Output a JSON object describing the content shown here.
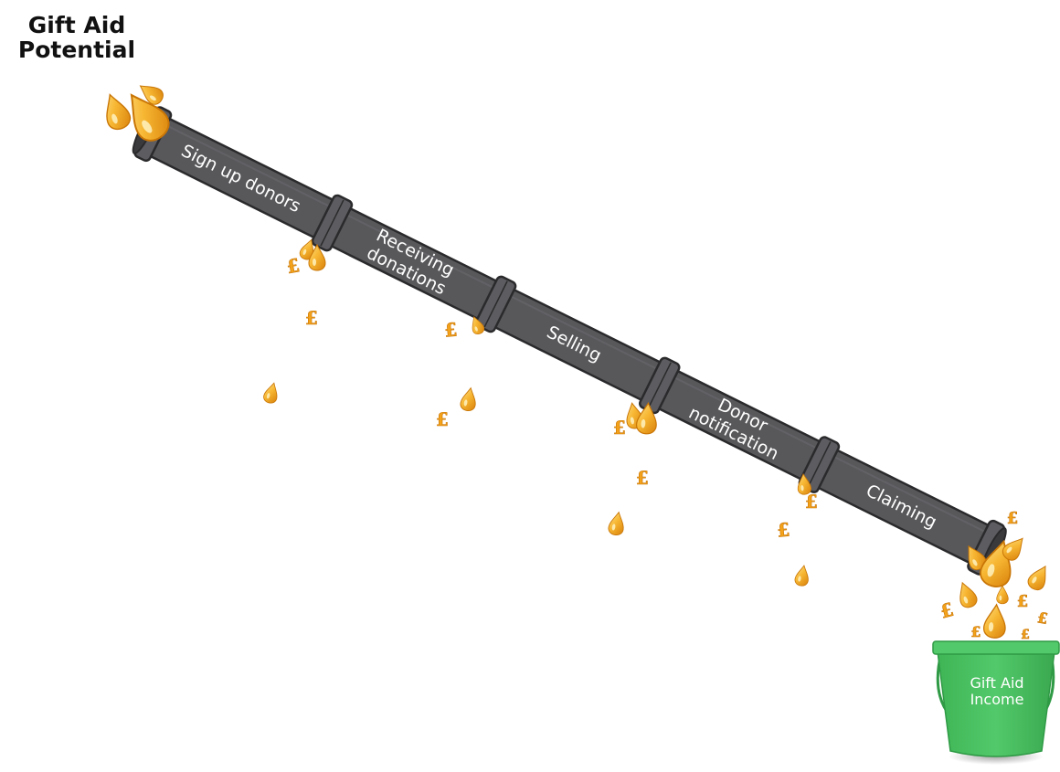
{
  "title": {
    "line1": "Gift Aid",
    "line2": "Potential"
  },
  "pipeline": {
    "stages": [
      {
        "line1": "Sign up donors",
        "line2": ""
      },
      {
        "line1": "Receiving",
        "line2": "donations"
      },
      {
        "line1": "Selling",
        "line2": ""
      },
      {
        "line1": "Donor",
        "line2": "notification"
      },
      {
        "line1": "Claiming",
        "line2": ""
      }
    ]
  },
  "bucket": {
    "line1": "Gift Aid",
    "line2": "Income"
  },
  "icons": {
    "drop": "drop-icon",
    "pound": "pound-coin-icon",
    "bucket": "bucket-icon"
  },
  "colors": {
    "pipe": "#58585b",
    "pipe_edge": "#2a2a2c",
    "drop": "#f4a51c",
    "drop_highlight": "#fde08a",
    "bucket": "#4dc463",
    "bucket_dark": "#3aa84f",
    "label_text": "#ffffff",
    "title_text": "#111111"
  },
  "symbols": {
    "pound": "£"
  }
}
